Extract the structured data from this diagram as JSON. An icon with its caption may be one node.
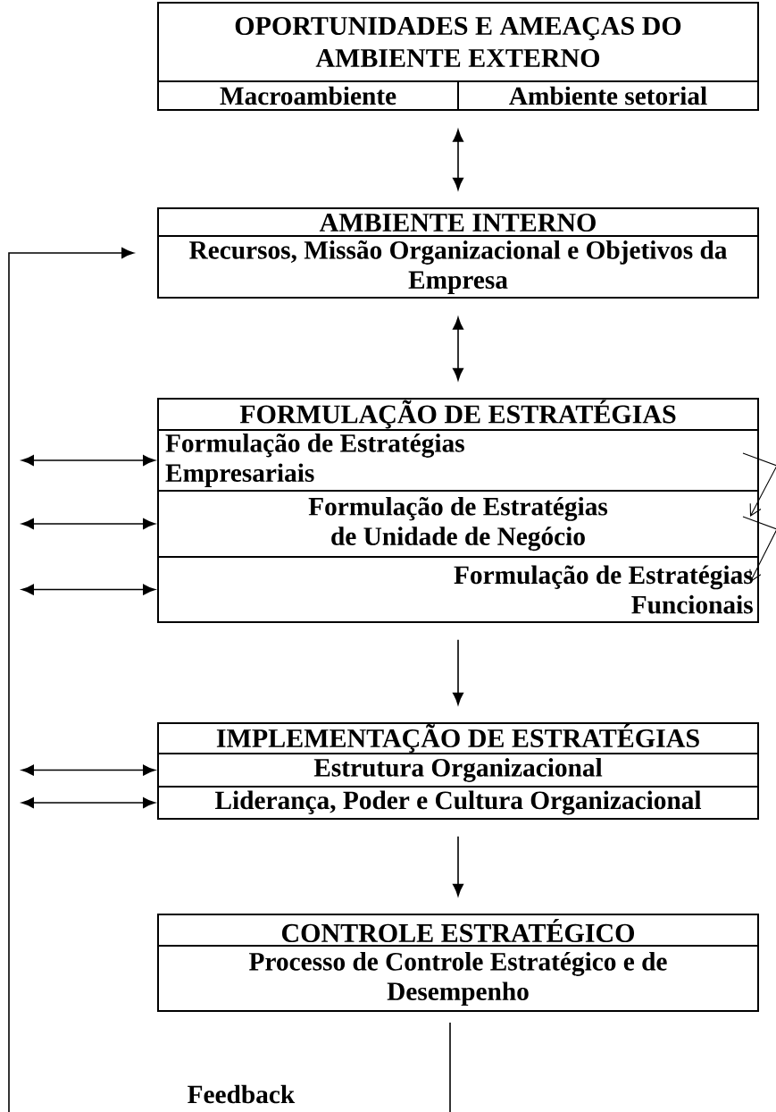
{
  "diagram": {
    "nodes": [
      {
        "text": [
          "OPORTUNIDADES E AMEAÇAS DO AMBIENTE EXTERNO"
        ]
      },
      {
        "text": [
          "Macroambiente"
        ],
        "in": 0
      },
      {
        "text": [
          "Ambiente setorial"
        ],
        "in": 0
      },
      {
        "text": [
          "AMBIENTE INTERNO",
          "Recursos, Missão Organizacional e Objetivos da Empresa"
        ]
      },
      {
        "text": [
          "FORMULAÇÃO DE ESTRATÉGIAS"
        ]
      },
      {
        "text": [
          "Formulação de Estratégias Empresariais"
        ],
        "in": 4
      },
      {
        "text": [
          "Formulação de Estratégias de Unidade de Negócio"
        ],
        "in": 4
      },
      {
        "text": [
          "Formulação de Estratégias Funcionais"
        ],
        "in": 4
      },
      {
        "text": [
          "IMPLEMENTAÇÃO DE ESTRATÉGIAS"
        ]
      },
      {
        "text": [
          "Estrutura Organizacional"
        ],
        "in": 8
      },
      {
        "text": [
          "Liderança, Poder e Cultura Organizacional"
        ],
        "in": 8
      },
      {
        "text": [
          "CONTROLE ESTRATÉGICO",
          "Processo de Controle Estratégico e de Desempenho"
        ]
      }
    ],
    "edges": [
      {
        "from": 0,
        "to": 3,
        "arrow": "both"
      },
      {
        "from": 3,
        "to": 4,
        "arrow": "both"
      },
      {
        "from": 4,
        "to": 8,
        "arrow": "to"
      },
      {
        "from": 8,
        "to": 11,
        "arrow": "to"
      },
      {
        "from": 5,
        "to": 6,
        "arrow": "to"
      },
      {
        "from": 6,
        "to": 7,
        "arrow": "to"
      },
      {
        "from": null,
        "to": 5,
        "arrow": "both"
      },
      {
        "from": null,
        "to": 6,
        "arrow": "both"
      },
      {
        "from": null,
        "to": 7,
        "arrow": "both"
      },
      {
        "from": null,
        "to": 9,
        "arrow": "both"
      },
      {
        "from": null,
        "to": 10,
        "arrow": "both"
      },
      {
        "from": 11,
        "to": null,
        "arrow": "none"
      },
      {
        "from": null,
        "to": 3,
        "arrow": "to"
      }
    ],
    "labels": [
      "Feedback"
    ]
  }
}
